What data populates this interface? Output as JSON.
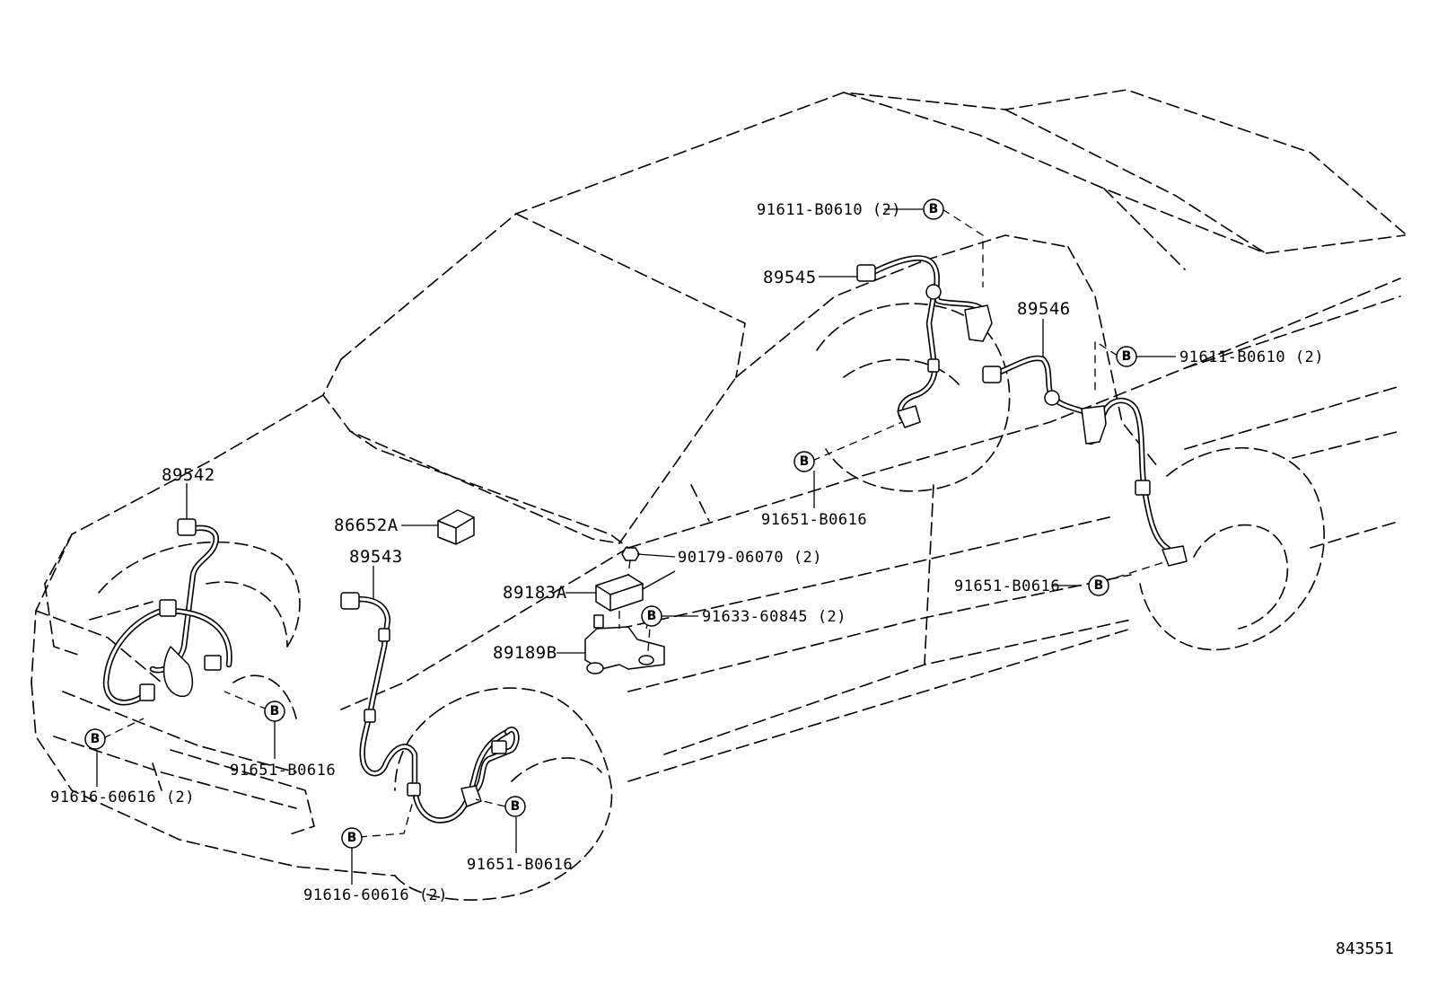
{
  "figure_number": "843551",
  "callouts": {
    "p89542": "89542",
    "p86652A": "86652A",
    "p89543": "89543",
    "p89183A": "89183A",
    "p89189B": "89189B",
    "p89545": "89545",
    "p89546": "89546",
    "p90179": "90179-06070 (2)",
    "p91633": "91633-60845 (2)",
    "p91611_upper": "91611-B0610 (2)",
    "p91611_right": "91611-B0610 (2)",
    "p91651_mid": "91651-B0616",
    "p91651_rear": "91651-B0616",
    "p91651_front_left": "91651-B0616",
    "p91651_front_right": "91651-B0616",
    "p91616_left": "91616-60616 (2)",
    "p91616_bottom": "91616-60616 (2)"
  },
  "bolt_marker": "B"
}
